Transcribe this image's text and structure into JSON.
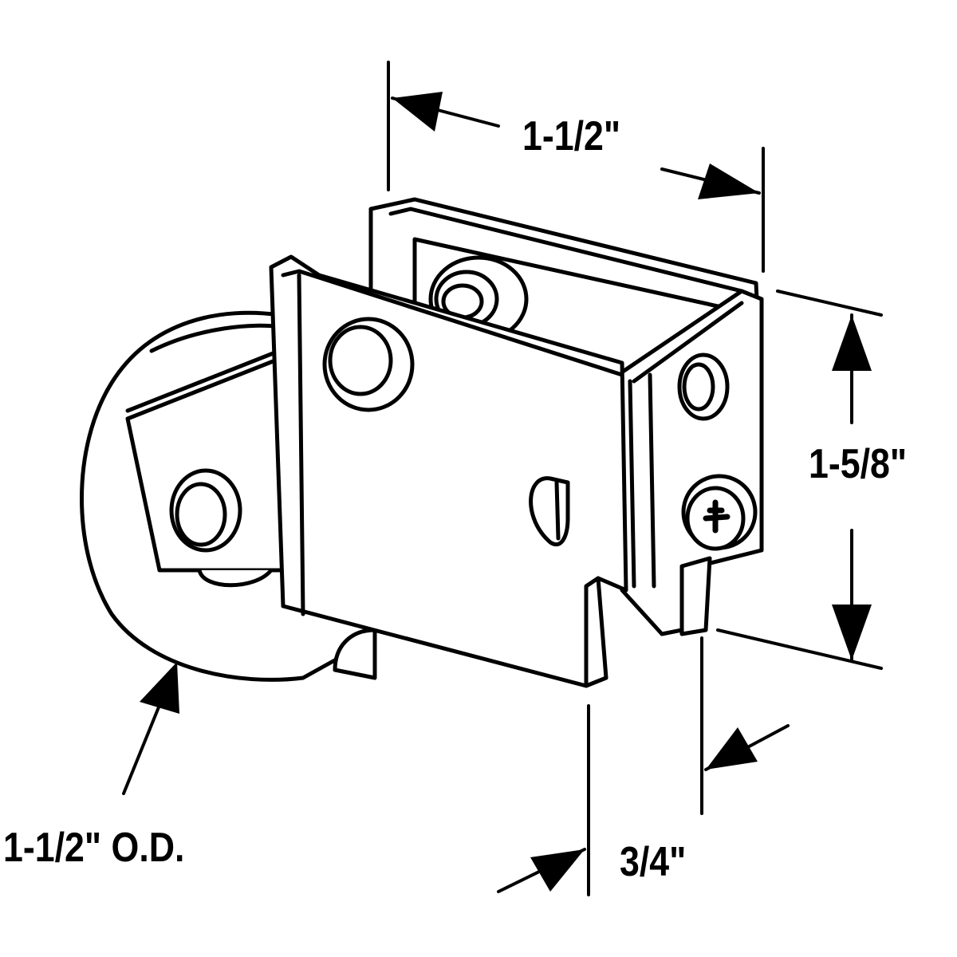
{
  "dimensions": {
    "width": "1-1/2\"",
    "height": "1-5/8\"",
    "thickness": "3/4\"",
    "wheel_od": "1-1/2\" O.D."
  },
  "colors": {
    "line": "#000000",
    "fill": "#ffffff"
  }
}
